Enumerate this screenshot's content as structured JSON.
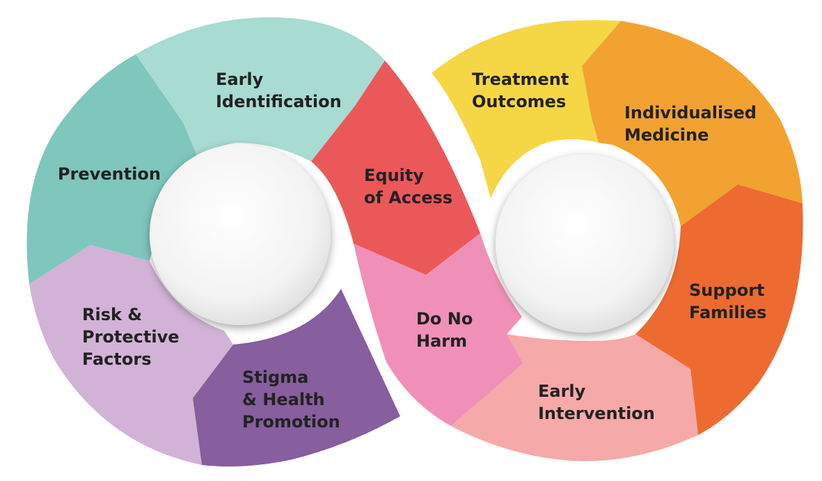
{
  "diagram": {
    "left_ring": {
      "segments": [
        {
          "id": "prevention",
          "label_lines": [
            "Prevention"
          ],
          "color": "#7fc6bd"
        },
        {
          "id": "early-identification",
          "label_lines": [
            "Early",
            "Identification"
          ],
          "color": "#a8dbd2"
        },
        {
          "id": "equity-of-access",
          "label_lines": [
            "Equity",
            "of Access"
          ],
          "color": "#eb585a"
        },
        {
          "id": "stigma-health-promotion",
          "label_lines": [
            "Stigma",
            "& Health",
            "Promotion"
          ],
          "color": "#875e9e"
        },
        {
          "id": "risk-protective-factors",
          "label_lines": [
            "Risk &",
            "Protective",
            "Factors"
          ],
          "color": "#d2b3d7"
        }
      ],
      "hub_color": "#f2f2f2"
    },
    "right_ring": {
      "segments": [
        {
          "id": "treatment-outcomes",
          "label_lines": [
            "Treatment",
            "Outcomes"
          ],
          "color": "#f5d645"
        },
        {
          "id": "individualised-medicine",
          "label_lines": [
            "Individualised",
            "Medicine"
          ],
          "color": "#f2a230"
        },
        {
          "id": "support-families",
          "label_lines": [
            "Support",
            "Families"
          ],
          "color": "#ed6b31"
        },
        {
          "id": "early-intervention",
          "label_lines": [
            "Early",
            "Intervention"
          ],
          "color": "#f5a9a8"
        },
        {
          "id": "do-no-harm",
          "label_lines": [
            "Do No",
            "Harm"
          ],
          "color": "#f090b8"
        }
      ],
      "hub_color": "#f2f2f2"
    }
  }
}
